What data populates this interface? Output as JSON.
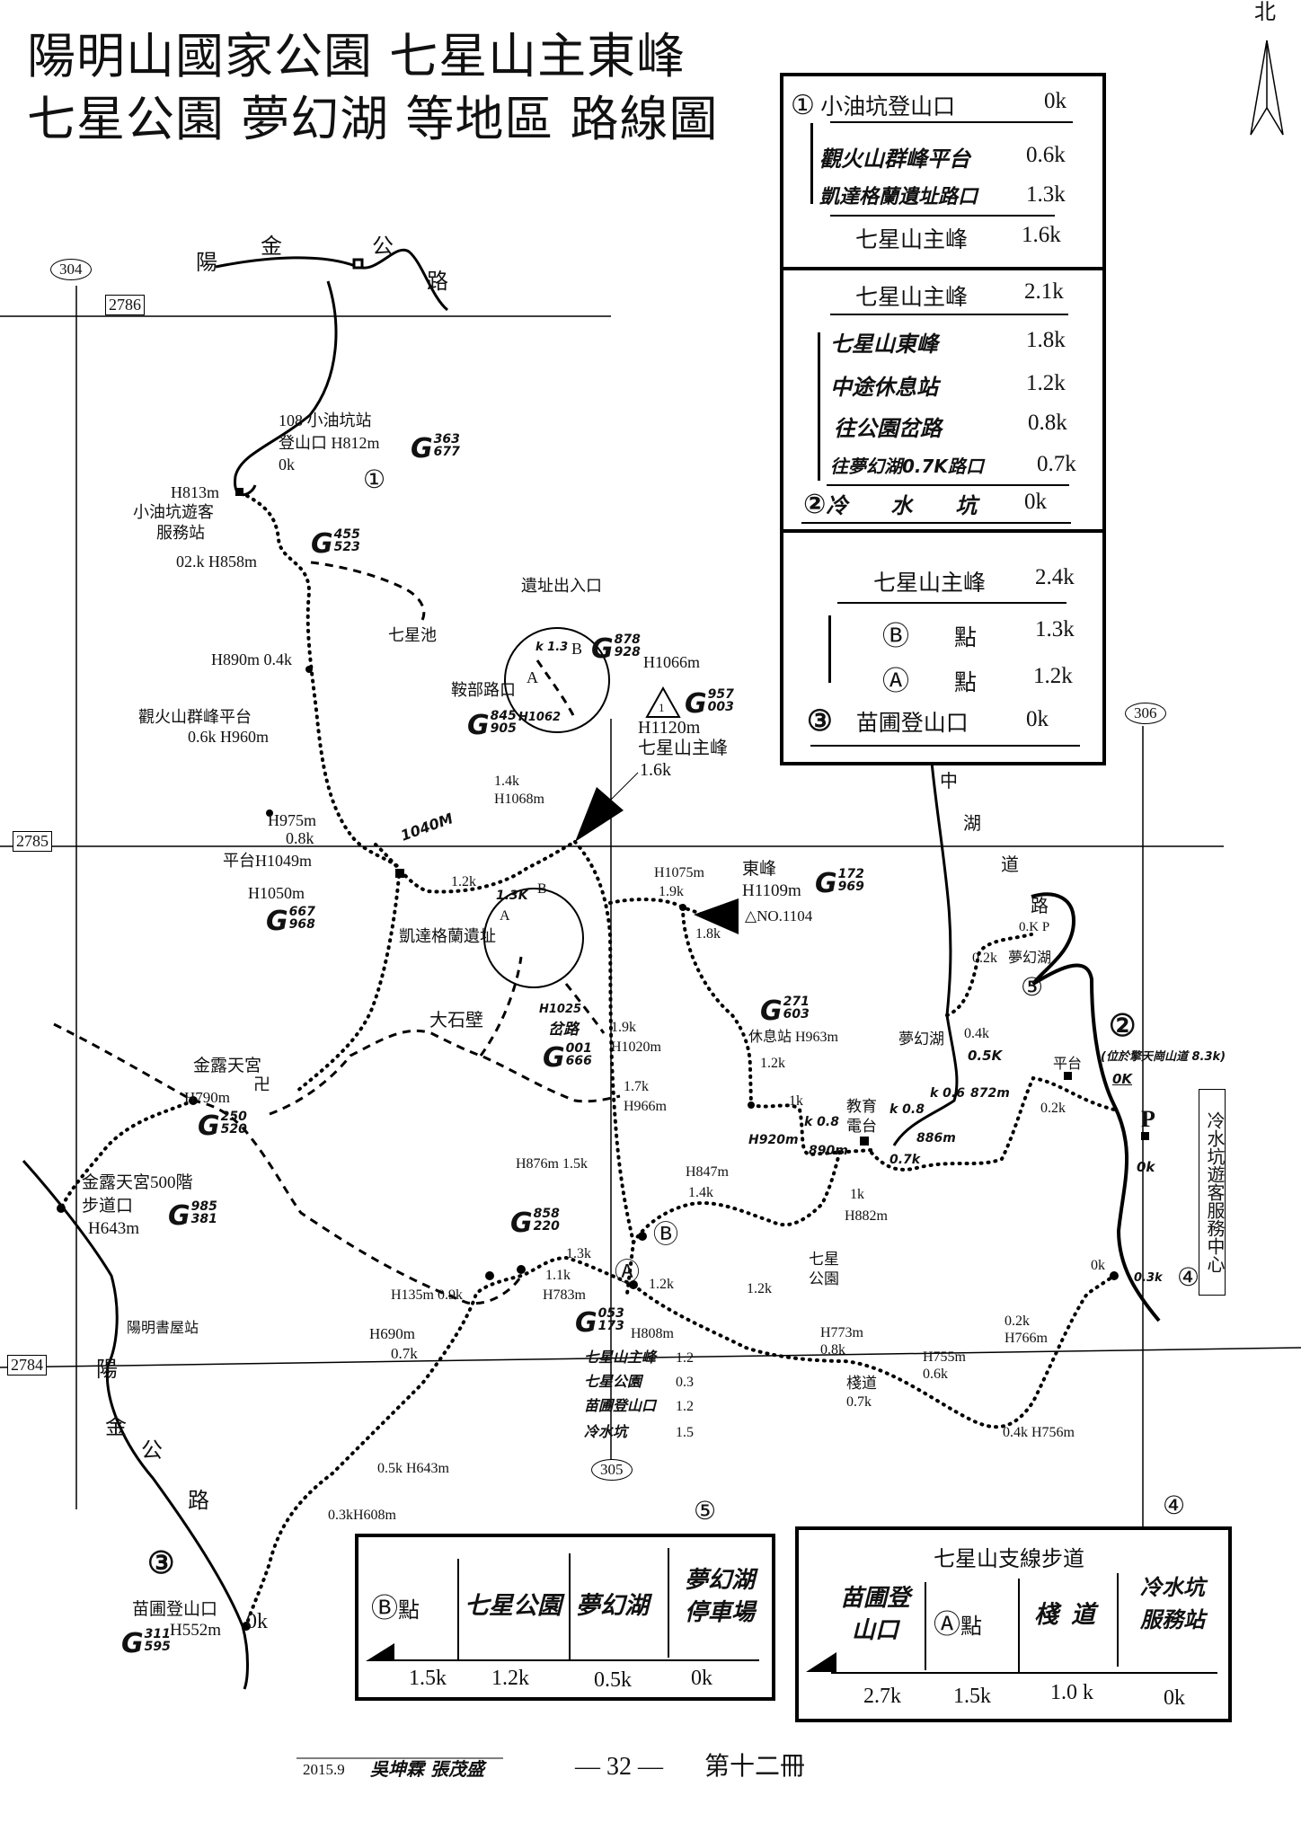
{
  "title": {
    "line1": "陽明山國家公園 七星山主東峰",
    "line2": "七星公園 夢幻湖 等地區 路線圖"
  },
  "north": "北",
  "grid_refs": {
    "r2786": "2786",
    "r2785": "2785",
    "r2784": "2784"
  },
  "road_markers": {
    "r304": "304",
    "r305": "305",
    "r306": "306"
  },
  "roads": {
    "yangjin_top": [
      "陽",
      "金",
      "公",
      "路"
    ],
    "yangjin_bottom": [
      "陽",
      "金",
      "公",
      "路"
    ],
    "zhonghu": [
      "中",
      "湖",
      "道",
      "路"
    ]
  },
  "route_numbers": {
    "n1": "①",
    "n2": "②",
    "n3": "③",
    "n4": "④",
    "n5": "⑤",
    "a": "Ⓐ",
    "b": "Ⓑ"
  },
  "labels": {
    "xyk1": "108 小油坑站",
    "xyk2": "登山口 H812m",
    "xyk3": "0k",
    "h813": "H813m",
    "vc1": "小油坑遊客",
    "vc2": "服務站",
    "h858": "02.k H858m",
    "qxc": "七星池",
    "h890": "H890m 0.4k",
    "gh1": "觀火山群峰平台",
    "gh2": "0.6k H960m",
    "ruins_gate": "遺址出入口",
    "anbu": "鞍部路口",
    "h1066": "H1066m",
    "c1a": "A",
    "c1b": "B",
    "c1k": "k 1.3",
    "h1062": "H1062",
    "tri1": "1",
    "h1120": "H1120m",
    "summit": "七星山主峰",
    "summit_k": "1.6k",
    "k14": "1.4k",
    "h1068": "H1068m",
    "m1040": "1040M",
    "h975": "H975m",
    "k08": "0.8k",
    "pt1049": "平台H1049m",
    "h1050": "H1050m",
    "k12a": "1.2k",
    "c2k": "1.3K",
    "c2a": "A",
    "c2b": "B",
    "ketagalan": "凱達格蘭遺址",
    "h1075": "H1075m",
    "k19a": "1.9k",
    "east": "東峰",
    "h1109": "H1109m",
    "no1104": "NO.1104",
    "k18": "1.8k",
    "h1025": "H1025",
    "fork": "岔路",
    "k19b": "1.9k",
    "h1020": "H1020m",
    "dashibi": "大石壁",
    "jinlu": "金露天宮",
    "swastika": "卍",
    "h790": "H790m",
    "k17": "1.7k",
    "h966": "H966m",
    "h876": "H876m 1.5k",
    "jl500a": "金露天宮500階",
    "jl500b": "步道口",
    "h643a": "H643m",
    "k13": "1.3k",
    "k11": "1.1k",
    "h783": "H783m",
    "h135": "H135m 0.9k",
    "k12b": "1.2k",
    "h808": "H808m",
    "hl1": "七星山主峰",
    "hl1k": "1.2",
    "hl2": "七星公園",
    "hl2k": "0.3",
    "hl3": "苗圃登山口",
    "hl3k": "1.2",
    "hl4": "冷水坑",
    "hl4k": "1.5",
    "h690": "H690m",
    "k07a": "0.7k",
    "ymsw": "陽明書屋站",
    "h643b": "0.5k  H643m",
    "h608": "0.3kH608m",
    "mp1": "苗圃登山口",
    "h552": "H552m",
    "mp0k": "0k",
    "h847": "H847m",
    "k14b": "1.4k",
    "rest": "休息站 H963m",
    "k12c": "1.2k",
    "k1a": "1k",
    "h920": "H920m",
    "m890": "890m",
    "k08b": "k 0.8",
    "edu1": "教育",
    "edu2": "電台",
    "k08c": "k 0.8",
    "k07b": "0.7k",
    "m886": "886m",
    "k06": "k 0.6",
    "m872": "872m",
    "k1b": "1k",
    "h882": "H882m",
    "qxp1": "七星",
    "qxp2": "公園",
    "k12d": "1.2k",
    "h773": "H773m",
    "k08d": "0.8k",
    "zhandao": "棧道",
    "k07c": "0.7k",
    "h755": "H755m",
    "k06b": "0.6k",
    "k02a": "0.2k",
    "h766": "H766m",
    "h756": "0.4k  H756m",
    "k0a": "0k",
    "k03h": "0.3k",
    "lsk_center": "冷水坑遊客服務中心",
    "p1": "P",
    "k0h": "0k",
    "lsk_note": "(位於擎天崗山道 8.3k)",
    "k0K": "0K",
    "pingtai": "平台",
    "k02b": "0.2k",
    "k0p": "0.K P",
    "k02c": "0.2k",
    "mhh1": "夢幻湖",
    "mhh2": "夢幻湖",
    "k04": "0.4k",
    "k05": "0.5K"
  },
  "grid_codes": {
    "g1": [
      "363",
      "677"
    ],
    "g2": [
      "455",
      "523"
    ],
    "g3": [
      "878",
      "928"
    ],
    "g4": [
      "845",
      "905"
    ],
    "g5": [
      "957",
      "003"
    ],
    "g6": [
      "667",
      "968"
    ],
    "g7": [
      "172",
      "969"
    ],
    "g8": [
      "001",
      "666"
    ],
    "g9": [
      "250",
      "520"
    ],
    "g10": [
      "985",
      "381"
    ],
    "g11": [
      "858",
      "220"
    ],
    "g12": [
      "053",
      "173"
    ],
    "g13": [
      "311",
      "595"
    ],
    "g14": [
      "271",
      "603"
    ]
  },
  "route_box": {
    "s1": [
      {
        "mark": "①",
        "name": "小油坑登山口",
        "dist": "0k"
      },
      {
        "name": "觀火山群峰平台",
        "dist": "0.6k"
      },
      {
        "name": "凱達格蘭遺址路口",
        "dist": "1.3k"
      },
      {
        "name": "七星山主峰",
        "dist": "1.6k"
      }
    ],
    "s2": [
      {
        "name": "七星山主峰",
        "dist": "2.1k"
      },
      {
        "name": "七星山東峰",
        "dist": "1.8k"
      },
      {
        "name": "中途休息站",
        "dist": "1.2k"
      },
      {
        "name": "往公園岔路",
        "dist": "0.8k"
      },
      {
        "name": "往夢幻湖0.7K路口",
        "dist": "0.7k"
      },
      {
        "mark": "②",
        "name": "冷　　水　　坑",
        "dist": "0k"
      }
    ],
    "s3": [
      {
        "name": "七星山主峰",
        "dist": "2.4k"
      },
      {
        "mark": "Ⓑ",
        "name": "點",
        "dist": "1.3k"
      },
      {
        "mark": "Ⓐ",
        "name": "點",
        "dist": "1.2k"
      },
      {
        "mark": "③",
        "name": "苗圃登山口",
        "dist": "0k"
      }
    ]
  },
  "table5": {
    "number": "⑤",
    "columns": [
      {
        "mark": "Ⓑ",
        "name": "點"
      },
      {
        "name": "七星公園"
      },
      {
        "name": "夢幻湖"
      },
      {
        "name": "夢幻湖停車場"
      }
    ],
    "distances": [
      "1.5k",
      "1.2k",
      "0.5k",
      "0k"
    ]
  },
  "table4": {
    "number": "④",
    "title": "七星山支線步道",
    "columns": [
      {
        "name": "苗圃登山口"
      },
      {
        "mark": "Ⓐ",
        "name": "點"
      },
      {
        "name": "棧道"
      },
      {
        "name": "冷水坑服務站"
      }
    ],
    "distances": [
      "2.7k",
      "1.5k",
      "1.0 k",
      "0k"
    ]
  },
  "footer": {
    "date": "2015.9",
    "authors": "吳坤霖 張茂盛",
    "page": "— 32 —",
    "volume": "第十二冊"
  }
}
